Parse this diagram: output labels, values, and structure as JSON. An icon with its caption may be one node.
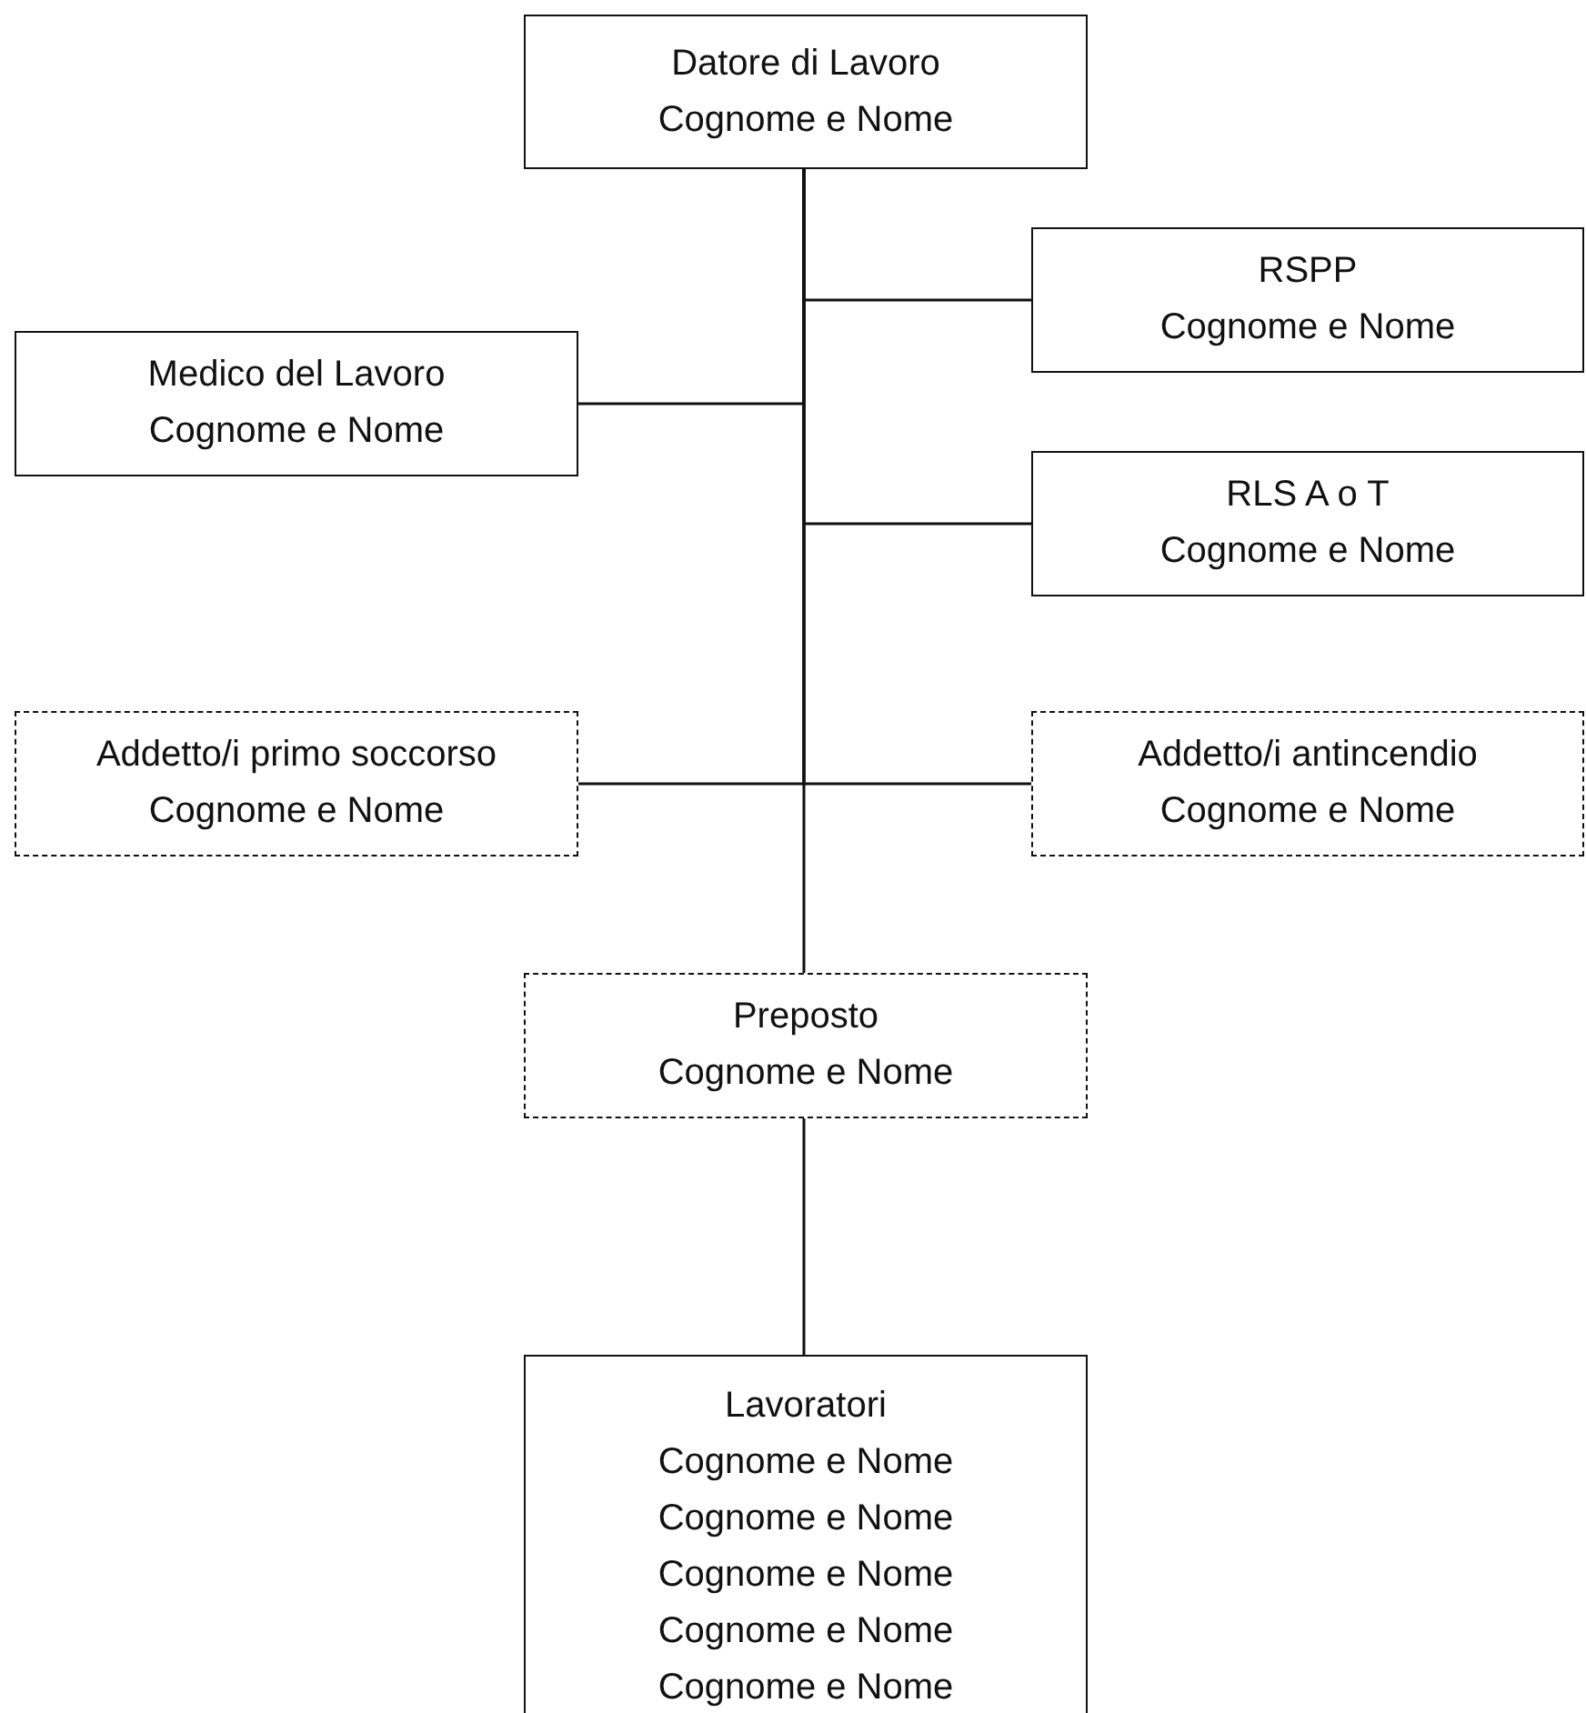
{
  "diagram": {
    "nodes": [
      {
        "text": [
          "Datore di Lavoro",
          "Cognome e Nome"
        ]
      },
      {
        "text": [
          "RSPP",
          "Cognome e Nome"
        ]
      },
      {
        "text": [
          "Medico del Lavoro",
          "Cognome e Nome"
        ]
      },
      {
        "text": [
          "RLS A o T",
          "Cognome e Nome"
        ]
      },
      {
        "text": [
          "Addetto/i primo soccorso",
          "Cognome e Nome"
        ]
      },
      {
        "text": [
          "Addetto/i antincendio",
          "Cognome e Nome"
        ]
      },
      {
        "text": [
          "Preposto",
          "Cognome e Nome"
        ]
      },
      {
        "text": [
          "Lavoratori",
          "Cognome e Nome",
          "Cognome e Nome",
          "Cognome e Nome",
          "Cognome e Nome",
          "Cognome e Nome"
        ]
      }
    ],
    "edges": [
      {
        "from": 0,
        "to": 1,
        "arrow": "none"
      },
      {
        "from": 0,
        "to": 2,
        "arrow": "none"
      },
      {
        "from": 0,
        "to": 3,
        "arrow": "none"
      },
      {
        "from": 0,
        "to": 4,
        "arrow": "none"
      },
      {
        "from": 0,
        "to": 5,
        "arrow": "none"
      },
      {
        "from": 0,
        "to": 6,
        "arrow": "none"
      },
      {
        "from": 6,
        "to": 7,
        "arrow": "none"
      }
    ]
  }
}
